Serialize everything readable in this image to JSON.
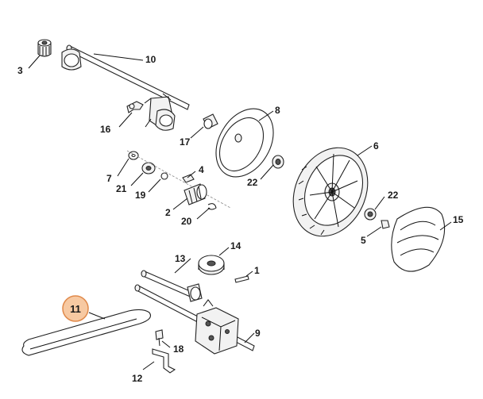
{
  "diagram": {
    "labels": [
      {
        "id": "p1",
        "text": "1"
      },
      {
        "id": "p2",
        "text": "2"
      },
      {
        "id": "p3",
        "text": "3"
      },
      {
        "id": "p4",
        "text": "4"
      },
      {
        "id": "p5",
        "text": "5"
      },
      {
        "id": "p6",
        "text": "6"
      },
      {
        "id": "p7",
        "text": "7"
      },
      {
        "id": "p8",
        "text": "8"
      },
      {
        "id": "p9",
        "text": "9"
      },
      {
        "id": "p10",
        "text": "10"
      },
      {
        "id": "p11",
        "text": "11"
      },
      {
        "id": "p12",
        "text": "12"
      },
      {
        "id": "p13",
        "text": "13"
      },
      {
        "id": "p14",
        "text": "14"
      },
      {
        "id": "p15",
        "text": "15"
      },
      {
        "id": "p16",
        "text": "16"
      },
      {
        "id": "p17",
        "text": "17"
      },
      {
        "id": "p18",
        "text": "18"
      },
      {
        "id": "p19",
        "text": "19"
      },
      {
        "id": "p20",
        "text": "20"
      },
      {
        "id": "p21",
        "text": "21"
      },
      {
        "id": "p22a",
        "text": "22"
      },
      {
        "id": "p22b",
        "text": "22"
      }
    ],
    "highlighted": "11",
    "colors": {
      "highlight_fill": "#f7c9a2",
      "highlight_stroke": "#e0894a",
      "line": "#111111"
    }
  }
}
